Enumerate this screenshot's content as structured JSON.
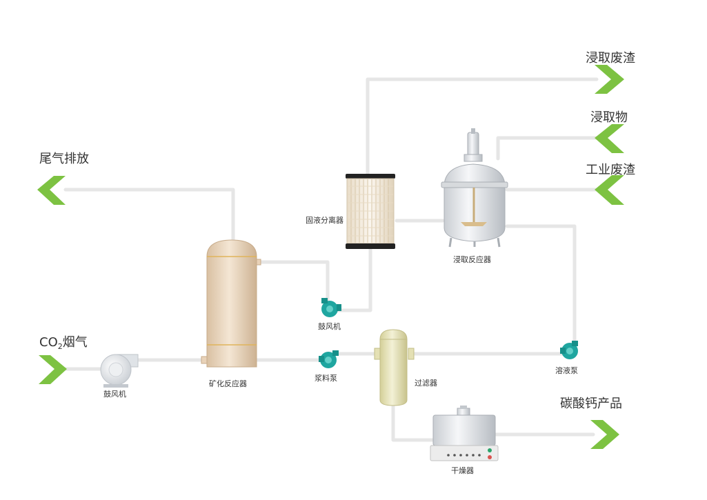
{
  "labels": {
    "tail_gas": "尾气排放",
    "co2_main": "CO",
    "co2_sub": "2",
    "co2_tail": "烟气",
    "leach_waste": "浸取废渣",
    "leachate": "浸取物",
    "industrial_waste": "工业废渣",
    "product": "碳酸钙产品",
    "blower_left": "鼓风机",
    "blower_mid": "鼓风机",
    "mineralization_reactor": "矿化反应器",
    "slurry_pump": "浆料泵",
    "solid_liquid_separator": "固液分离器",
    "leach_reactor": "浸取反应器",
    "solution_pump": "溶液泵",
    "filter": "过滤器",
    "dryer": "干燥器"
  },
  "colors": {
    "arrow": "#7dc242",
    "pipe": "#e6e6e6",
    "pump": "#1fa6a0",
    "reactor": "#e8d2b8",
    "filter": "#e4e0b4"
  },
  "icons": [
    "arrow-left-icon",
    "arrow-right-icon",
    "blower-icon",
    "pump-icon"
  ]
}
